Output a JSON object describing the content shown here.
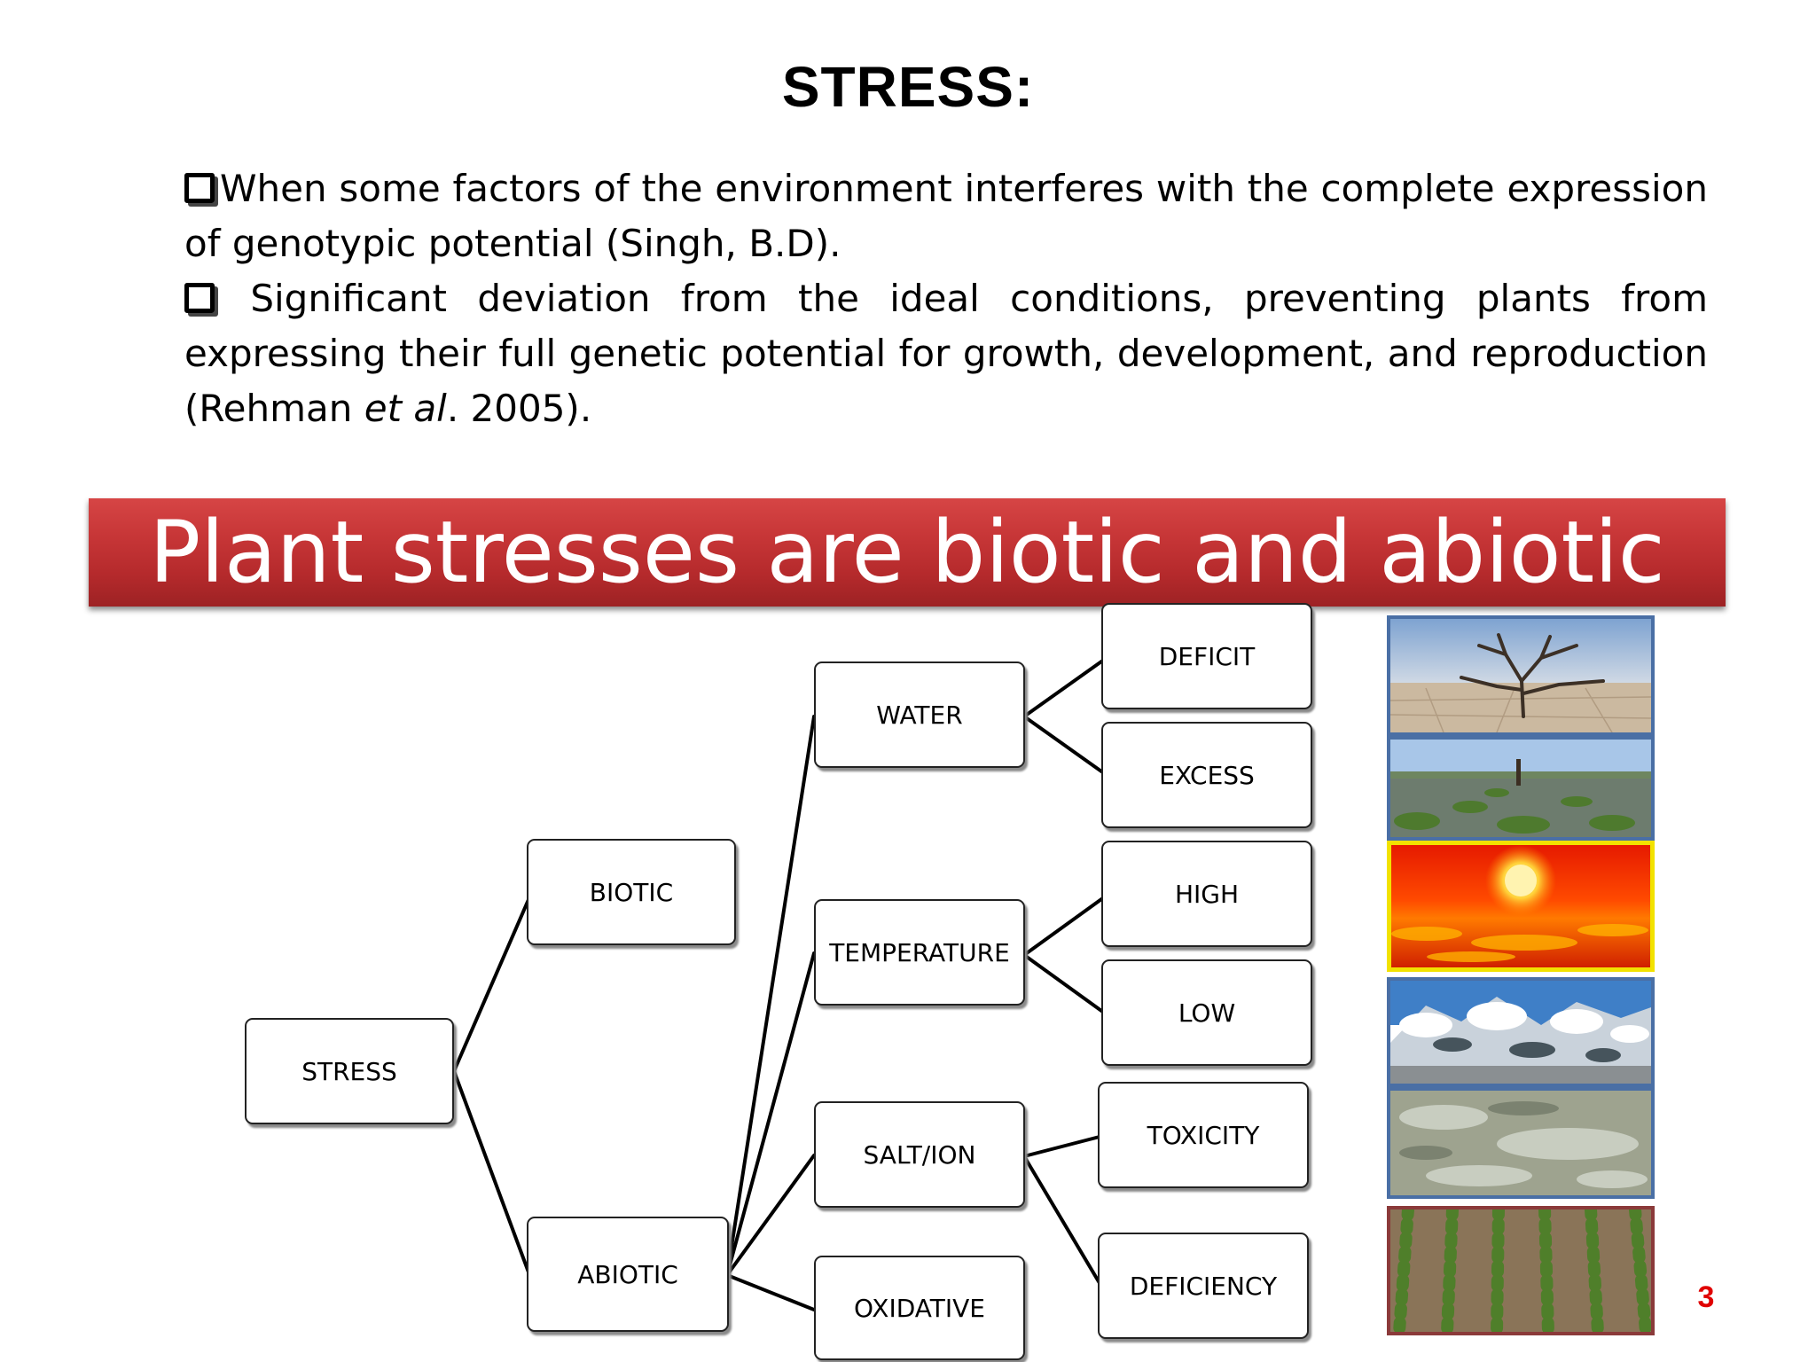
{
  "slide": {
    "title": "STRESS:",
    "page_number": "3"
  },
  "definitions": [
    {
      "text": "When some factors of the environment interferes with the complete expression of genotypic potential (Singh, B.D)."
    },
    {
      "text_before": " Significant deviation from the ideal conditions, preventing plants from expressing their full genetic potential for growth, development, and reproduction (Rehman ",
      "italic": "et al",
      "text_after": ". 2005)."
    }
  ],
  "banner": {
    "text": "Plant stresses are biotic and abiotic",
    "color": "#c0302f"
  },
  "diagram": {
    "root": "STRESS",
    "level1": [
      "BIOTIC",
      "ABIOTIC"
    ],
    "abiotic_types": [
      "WATER",
      "TEMPERATURE",
      "SALT/ION",
      "OXIDATIVE"
    ],
    "water_types": [
      "DEFICIT",
      "EXCESS"
    ],
    "temperature_types": [
      "HIGH",
      "LOW"
    ],
    "salt_types": [
      "TOXICITY",
      "DEFICIENCY"
    ]
  },
  "photos": [
    {
      "depicts": "dead tree on cracked dry ground",
      "border_color": "#4a6fa5"
    },
    {
      "depicts": "flooded crop field",
      "border_color": "#4a6fa5"
    },
    {
      "depicts": "red hot sun sky",
      "border_color": "#f2e200"
    },
    {
      "depicts": "snow covered landscape",
      "border_color": "#4a6fa5"
    },
    {
      "depicts": "salty barren soil",
      "border_color": "#4a6fa5"
    },
    {
      "depicts": "rows of crop plants in soil",
      "border_color": "#8b3a3a"
    }
  ]
}
